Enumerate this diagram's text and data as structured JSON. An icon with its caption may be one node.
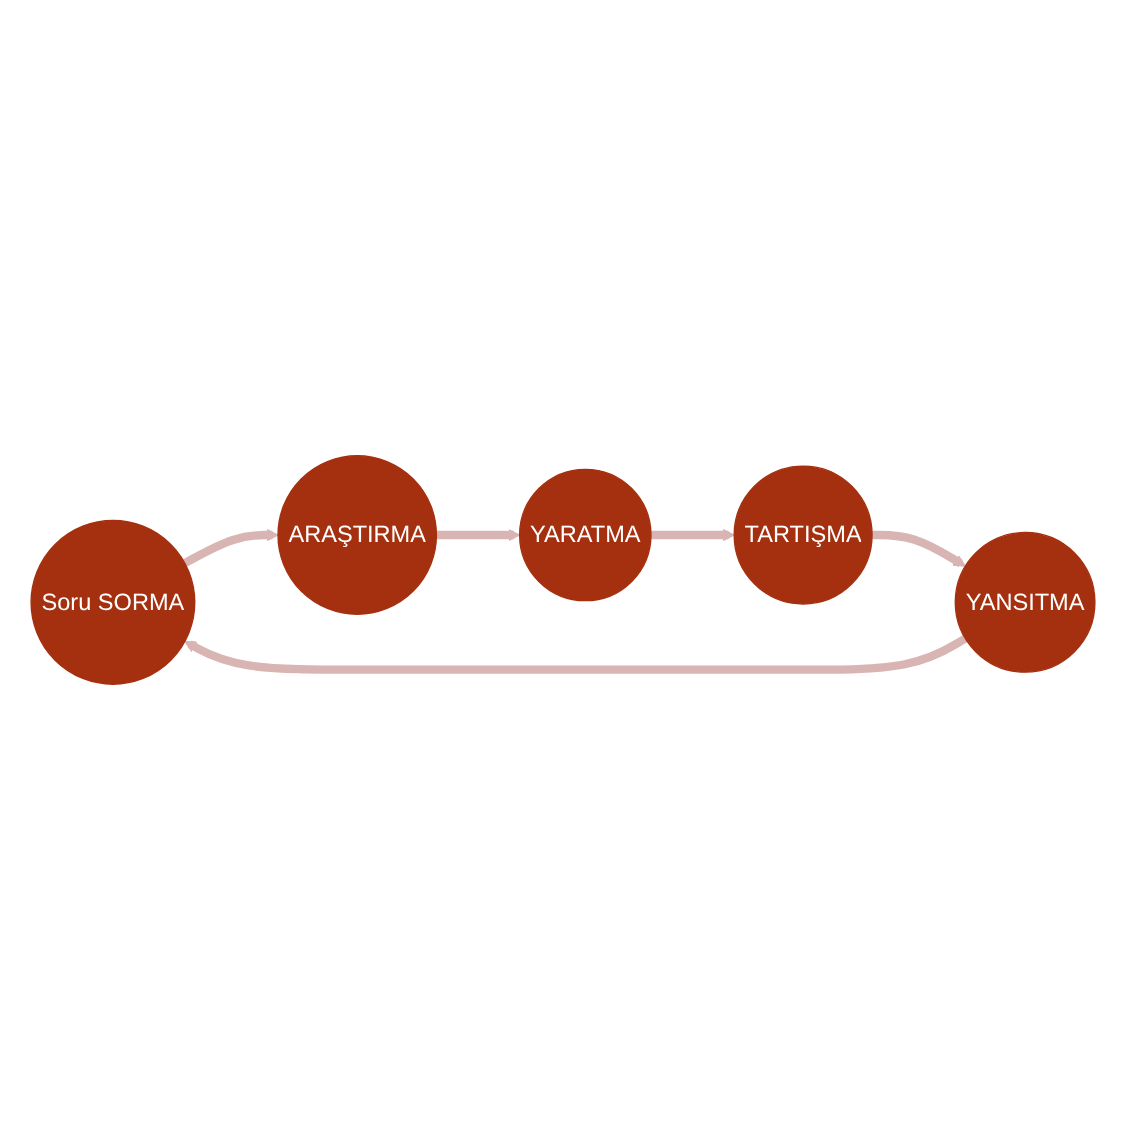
{
  "diagram": {
    "nodes": [
      {
        "text": [
          "Soru SORMA"
        ]
      },
      {
        "text": [
          "ARAŞTIRMA"
        ]
      },
      {
        "text": [
          "YARATMA"
        ]
      },
      {
        "text": [
          "TARTIŞMA"
        ]
      },
      {
        "text": [
          "YANSITMA"
        ]
      }
    ],
    "edges": [
      {
        "from": 0,
        "to": 1,
        "arrow": "to"
      },
      {
        "from": 1,
        "to": 2,
        "arrow": "to"
      },
      {
        "from": 2,
        "to": 3,
        "arrow": "to"
      },
      {
        "from": 3,
        "to": 4,
        "arrow": "to"
      },
      {
        "from": 4,
        "to": 0,
        "arrow": "to"
      }
    ]
  }
}
